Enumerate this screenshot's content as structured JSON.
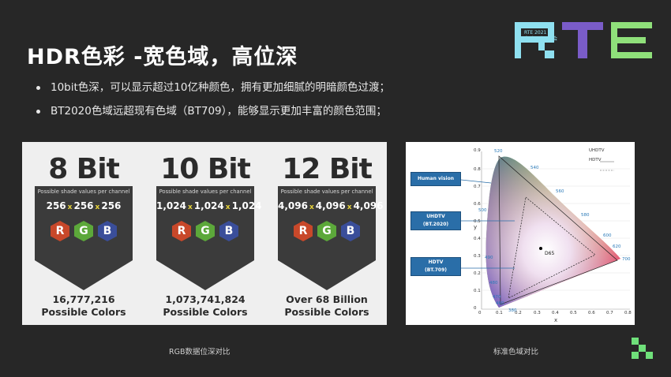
{
  "slide": {
    "title": "HDR色彩 -宽色域，高位深",
    "bullets": [
      "10bit色深，可以显示超过10亿种颜色，拥有更加细腻的明暗颜色过渡；",
      "BT2020色域远超现有色域（BT709），能够显示更加丰富的颜色范围；"
    ],
    "logo": {
      "small_text": "RTE 2021",
      "small_sub": "实时互联网大会"
    },
    "captions": {
      "left": "RGB数据位深对比",
      "right": "标准色域对比"
    },
    "colors": {
      "background": "#272727",
      "logo_cyan": "#8fe0f0",
      "logo_purple": "#7a5cc8",
      "logo_green": "#8fe07a",
      "deco_green": "#6fe07a"
    }
  },
  "bit_chart": {
    "shade_label": "Possible shade values per channel",
    "columns": [
      {
        "title": "8 Bit",
        "values": [
          "256",
          "256",
          "256"
        ],
        "result_line1": "16,777,216",
        "result_line2": "Possible Colors"
      },
      {
        "title": "10 Bit",
        "values": [
          "1,024",
          "1,024",
          "1,024"
        ],
        "result_line1": "1,073,741,824",
        "result_line2": "Possible Colors"
      },
      {
        "title": "12 Bit",
        "values": [
          "4,096",
          "4,096",
          "4,096"
        ],
        "result_line1": "Over 68 Billion",
        "result_line2": "Possible Colors"
      }
    ],
    "multiply": "x",
    "channels": [
      "R",
      "G",
      "B"
    ]
  },
  "cie_chart": {
    "labels": {
      "human_vision": "Human vision",
      "uhdtv": "UHDTV",
      "uhdtv_sub": "(BT.2020)",
      "hdtv": "HDTV",
      "hdtv_sub": "(BT.709)",
      "d65": "D65",
      "legend_uhdtv": "UHDTV",
      "legend_hdtv": "HDTV",
      "x_axis": "x",
      "y_axis": "y"
    },
    "x_ticks": [
      "0",
      "0.1",
      "0.2",
      "0.3",
      "0.4",
      "0.5",
      "0.6",
      "0.7",
      "0.8"
    ],
    "y_ticks": [
      "0",
      "0.1",
      "0.2",
      "0.3",
      "0.4",
      "0.5",
      "0.6",
      "0.7",
      "0.8",
      "0.9"
    ],
    "wavelengths": [
      "520",
      "540",
      "560",
      "580",
      "600",
      "620",
      "700",
      "500",
      "490",
      "480",
      "470",
      "460",
      "380"
    ]
  }
}
